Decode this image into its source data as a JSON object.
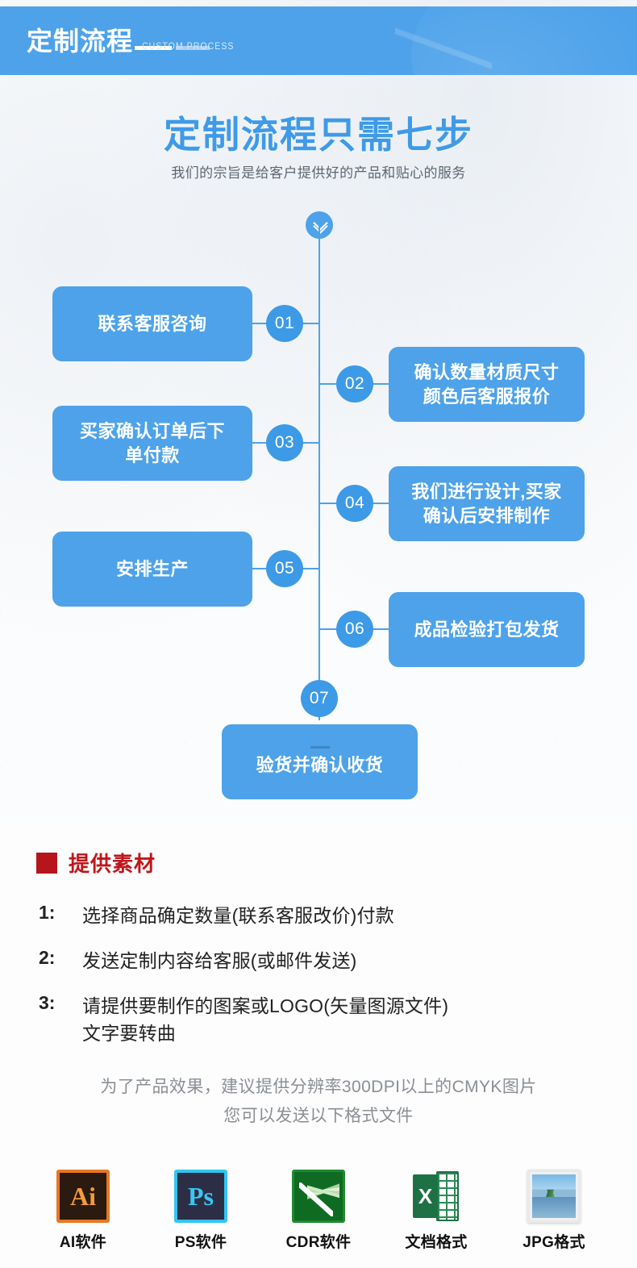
{
  "banner": {
    "title": "定制流程",
    "subtitle": "CUSTOM PROCESS"
  },
  "headline": "定制流程只需七步",
  "subhead": "我们的宗旨是给客户提供好的产品和贴心的服务",
  "flow": {
    "top_icon": "double-chevron-down-icon",
    "steps": [
      {
        "number": "01",
        "text": "联系客服咨询",
        "side": "left"
      },
      {
        "number": "02",
        "text": "确认数量材质尺寸\n颜色后客服报价",
        "side": "right"
      },
      {
        "number": "03",
        "text": "买家确认订单后下\n单付款",
        "side": "left"
      },
      {
        "number": "04",
        "text": "我们进行设计,买家\n确认后安排制作",
        "side": "right"
      },
      {
        "number": "05",
        "text": "安排生产",
        "side": "left"
      },
      {
        "number": "06",
        "text": "成品检验打包发货",
        "side": "right"
      },
      {
        "number": "07",
        "text": "验货并确认收货",
        "side": "center"
      }
    ]
  },
  "materials": {
    "section_title": "提供素材",
    "items": [
      {
        "num": "1:",
        "text": "选择商品确定数量(联系客服改价)付款"
      },
      {
        "num": "2:",
        "text": "发送定制内容给客服(或邮件发送)"
      },
      {
        "num": "3:",
        "text": "请提供要制作的图案或LOGO(矢量图源文件)\n文字要转曲"
      }
    ],
    "note_line1": "为了产品效果，建议提供分辨率300DPI以上的CMYK图片",
    "note_line2": "您可以发送以下格式文件"
  },
  "formats": [
    {
      "label": "AI软件",
      "glyph": "Ai",
      "icon": "adobe-illustrator-icon"
    },
    {
      "label": "PS软件",
      "glyph": "Ps",
      "icon": "adobe-photoshop-icon"
    },
    {
      "label": "CDR软件",
      "glyph": "",
      "icon": "coreldraw-icon"
    },
    {
      "label": "文档格式",
      "glyph": "X",
      "icon": "excel-document-icon"
    },
    {
      "label": "JPG格式",
      "glyph": "",
      "icon": "jpg-photo-icon"
    }
  ],
  "colors": {
    "brand_blue": "#4da2ea",
    "headline_blue": "#3f9ae8",
    "accent_red": "#b5151b"
  }
}
